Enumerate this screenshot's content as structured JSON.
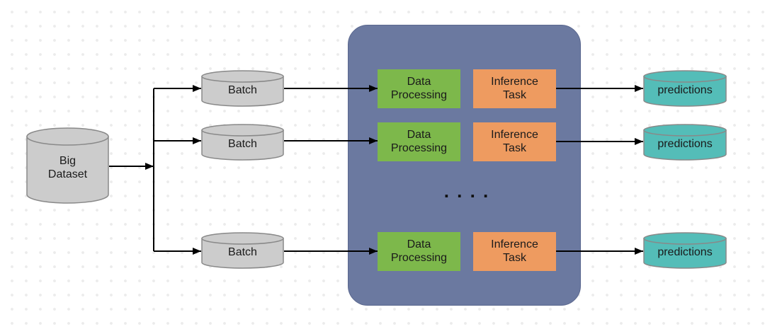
{
  "diagram": {
    "dataset": {
      "label": "Big\nDataset"
    },
    "ellipsis_label": ". . . .",
    "rows": [
      {
        "batch_label": "Batch",
        "processing_label": "Data\nProcessing",
        "inference_label": "Inference\nTask",
        "predictions_label": "predictions"
      },
      {
        "batch_label": "Batch",
        "processing_label": "Data\nProcessing",
        "inference_label": "Inference\nTask",
        "predictions_label": "predictions"
      },
      {
        "batch_label": "Batch",
        "processing_label": "Data\nProcessing",
        "inference_label": "Inference\nTask",
        "predictions_label": "predictions"
      }
    ]
  },
  "colors": {
    "background": "#ffffff",
    "grid_dot": "#ececec",
    "dataset_fill": "#cccccc",
    "dataset_stroke": "#898989",
    "container_fill": "#6b79a0",
    "container_stroke": "#5a678e",
    "processing_fill": "#7db84b",
    "inference_fill": "#ee9b60",
    "predictions_fill": "#54bdb8",
    "arrow": "#000000",
    "text": "#1a1a1a"
  }
}
